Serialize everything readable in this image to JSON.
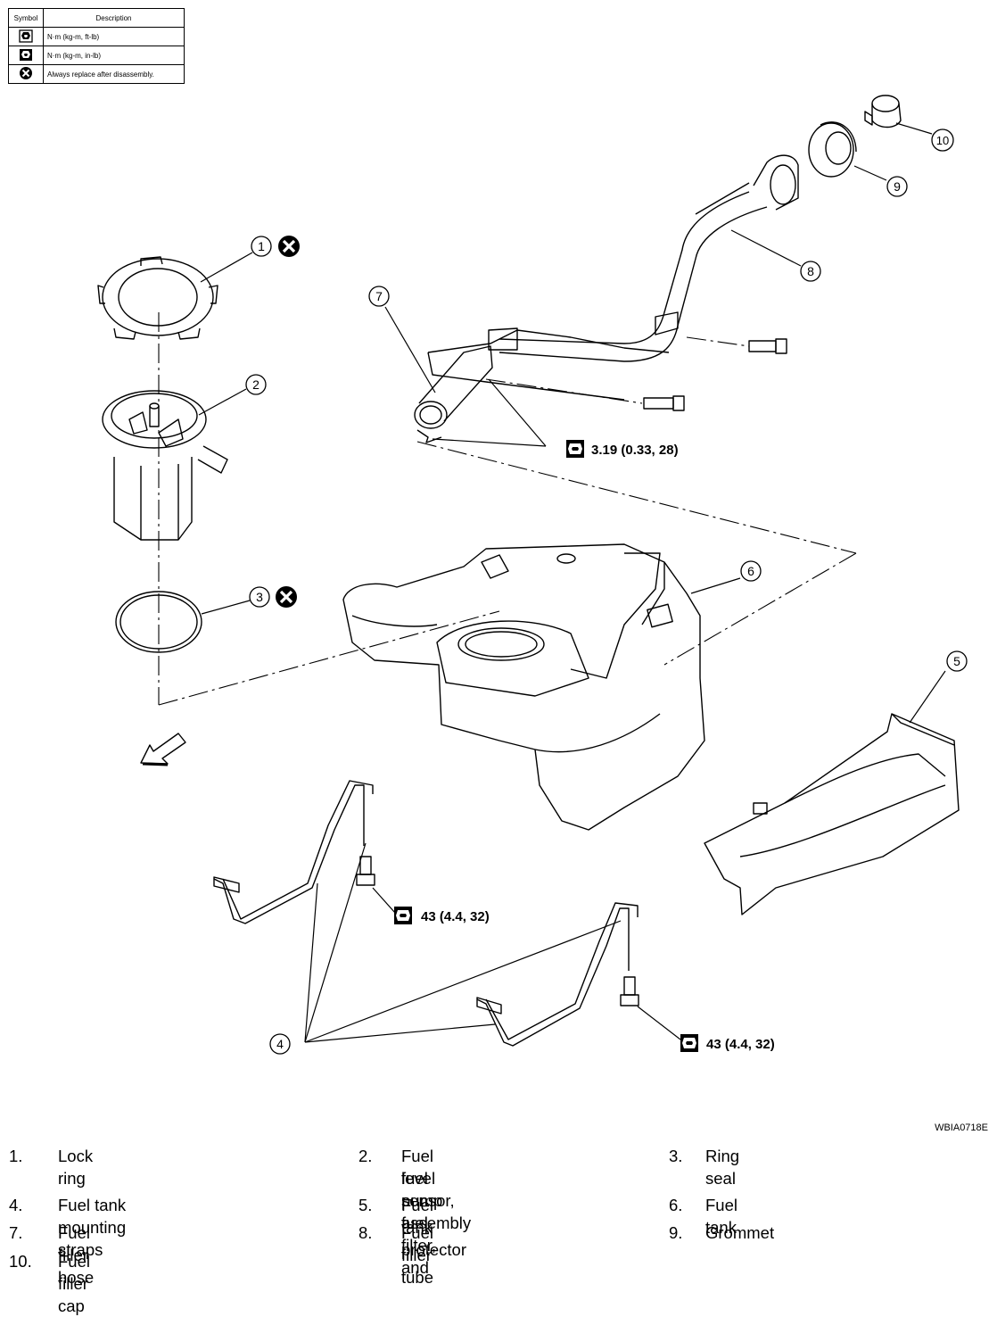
{
  "legend": {
    "headers": [
      "Symbol",
      "Description"
    ],
    "rows": [
      {
        "icon": "torque-wrench-icon",
        "text": "N·m (kg-m, ft-lb)"
      },
      {
        "icon": "torque-wrench-icon",
        "text": "N·m (kg-m, in-lb)"
      },
      {
        "icon": "replace-x-icon",
        "text": "Always replace after disassembly."
      }
    ]
  },
  "callouts": [
    "1",
    "2",
    "3",
    "4",
    "5",
    "6",
    "7",
    "8",
    "9",
    "10"
  ],
  "torques": [
    "3.19 (0.33, 28)",
    "43 (4.4, 32)",
    "43 (4.4, 32)"
  ],
  "figure_id": "WBIA0718E",
  "parts": [
    {
      "num": "1.",
      "name": "Lock ring"
    },
    {
      "num": "2.",
      "name": "Fuel level sensor, fuel filter, and",
      "name2": "fuel pump assembly"
    },
    {
      "num": "3.",
      "name": "Ring seal"
    },
    {
      "num": "4.",
      "name": "Fuel tank mounting straps"
    },
    {
      "num": "5.",
      "name": "Fuel tank protector"
    },
    {
      "num": "6.",
      "name": "Fuel tank"
    },
    {
      "num": "7.",
      "name": "Fuel filler hose"
    },
    {
      "num": "8.",
      "name": "Fuel filler tube"
    },
    {
      "num": "9.",
      "name": "Grommet"
    },
    {
      "num": "10.",
      "name": "Fuel filler cap"
    }
  ]
}
